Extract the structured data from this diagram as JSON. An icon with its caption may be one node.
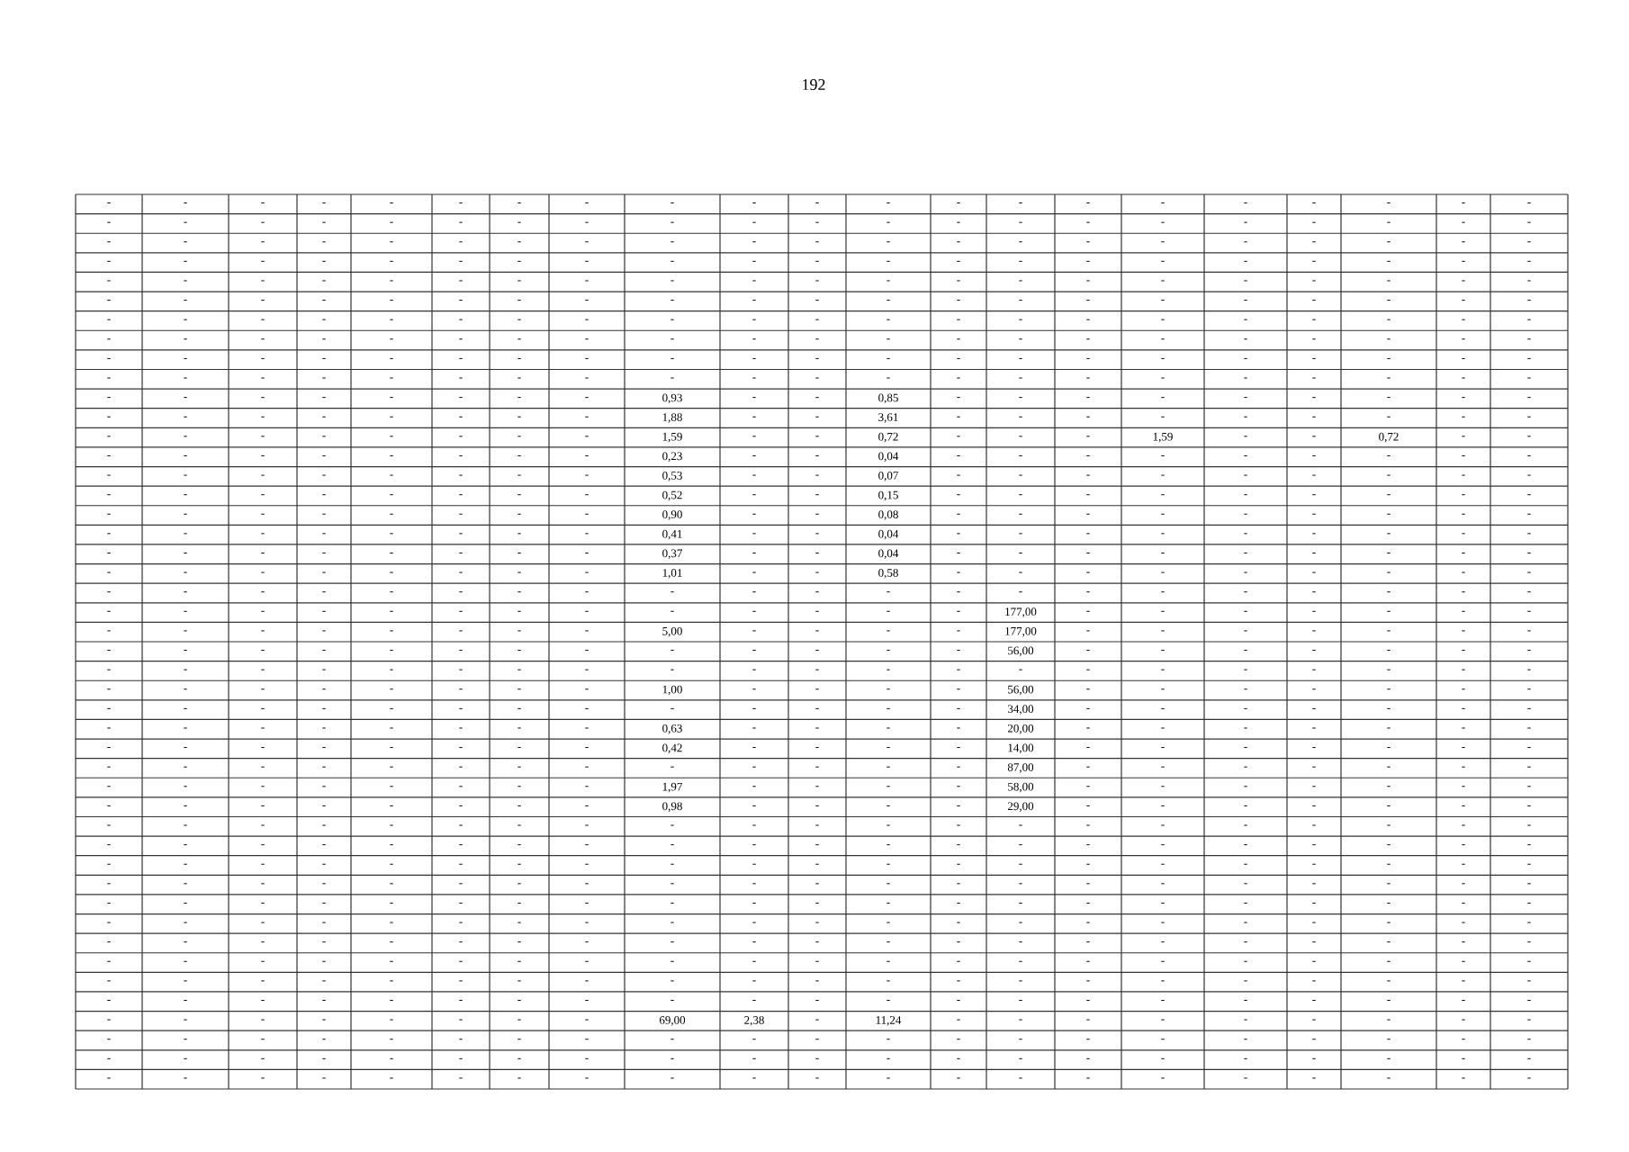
{
  "diagram": {
    "labels": [
      "192",
      "-",
      "-",
      "-",
      "-",
      "-",
      "-",
      "-",
      "-",
      "-",
      "-",
      "-",
      "-",
      "-",
      "-",
      "-",
      "-",
      "-",
      "-",
      "-",
      "-",
      "-",
      "-",
      "-",
      "-",
      "-",
      "-",
      "-",
      "-",
      "-",
      "-",
      "-",
      "-",
      "-",
      "-",
      "-",
      "-",
      "-",
      "-",
      "-",
      "-",
      "-",
      "-",
      "-",
      "-",
      "-",
      "-",
      "-",
      "-",
      "-",
      "-",
      "-",
      "-",
      "-",
      "-",
      "-",
      "-",
      "-",
      "-",
      "-",
      "-",
      "-",
      "-",
      "-",
      "-",
      "-",
      "-",
      "-",
      "-",
      "-",
      "-",
      "-",
      "-",
      "-",
      "-",
      "-",
      "-",
      "-",
      "-",
      "-",
      "-",
      "-",
      "-",
      "-",
      "-",
      "-",
      "-",
      "-",
      "-",
      "-",
      "-",
      "-",
      "-",
      "-",
      "-",
      "-",
      "-",
      "-",
      "-",
      "-",
      "-",
      "-",
      "-",
      "-",
      "-",
      "-",
      "-",
      "-",
      "-",
      "-",
      "-",
      "-",
      "-",
      "-",
      "-",
      "-",
      "-",
      "-",
      "-",
      "-",
      "-",
      "-",
      "-",
      "-",
      "-",
      "-",
      "-",
      "-",
      "-",
      "-",
      "-",
      "-",
      "-",
      "-",
      "-",
      "-",
      "-",
      "-",
      "-",
      "-",
      "-",
      "-",
      "-",
      "-",
      "-",
      "-",
      "-",
      "-",
      "-",
      "-",
      "-",
      "-",
      "-",
      "-",
      "-",
      "-",
      "-",
      "-",
      "-",
      "-",
      "-",
      "-",
      "-",
      "-",
      "-",
      "-",
      "-",
      "-",
      "-",
      "-",
      "-",
      "-",
      "-",
      "-",
      "-",
      "-",
      "-",
      "-",
      "-",
      "-",
      "-",
      "-",
      "-",
      "-",
      "-",
      "-",
      "-",
      "-",
      "-",
      "-",
      "-",
      "-",
      "-",
      "-",
      "-",
      "-",
      "-",
      "-",
      "-",
      "-",
      "-",
      "-",
      "-",
      "-",
      "-",
      "-",
      "-",
      "-",
      "-",
      "-",
      "-",
      "-",
      "-",
      "-",
      "-",
      "-",
      "-",
      "-",
      "-",
      "0,93",
      "-",
      "-",
      "0,85",
      "-",
      "-",
      "-",
      "-",
      "-",
      "-",
      "-",
      "-",
      "-",
      "-",
      "-",
      "-",
      "-",
      "-",
      "-",
      "-",
      "-",
      "1,88",
      "-",
      "-",
      "3,61",
      "-",
      "-",
      "-",
      "-",
      "-",
      "-",
      "-",
      "-",
      "-",
      "-",
      "-",
      "-",
      "-",
      "-",
      "-",
      "-",
      "-",
      "1,59",
      "-",
      "-",
      "0,72",
      "-",
      "-",
      "-",
      "1,59",
      "-",
      "-",
      "0,72",
      "-",
      "-",
      "-",
      "-",
      "-",
      "-",
      "-",
      "-",
      "-",
      "-",
      "0,23",
      "-",
      "-",
      "0,04",
      "-",
      "-",
      "-",
      "-",
      "-",
      "-",
      "-",
      "-",
      "-",
      "-",
      "-",
      "-",
      "-",
      "-",
      "-",
      "-",
      "-",
      "0,53",
      "-",
      "-",
      "0,07",
      "-",
      "-",
      "-",
      "-",
      "-",
      "-",
      "-",
      "-",
      "-",
      "-",
      "-",
      "-",
      "-",
      "-",
      "-",
      "-",
      "-",
      "0,52",
      "-",
      "-",
      "0,15",
      "-",
      "-",
      "-",
      "-",
      "-",
      "-",
      "-",
      "-",
      "-",
      "-",
      "-",
      "-",
      "-",
      "-",
      "-",
      "-",
      "-",
      "0,90",
      "-",
      "-",
      "0,08",
      "-",
      "-",
      "-",
      "-",
      "-",
      "-",
      "-",
      "-",
      "-",
      "-",
      "-",
      "-",
      "-",
      "-",
      "-",
      "-",
      "-",
      "0,41",
      "-",
      "-",
      "0,04",
      "-",
      "-",
      "-",
      "-",
      "-",
      "-",
      "-",
      "-",
      "-",
      "-",
      "-",
      "-",
      "-",
      "-",
      "-",
      "-",
      "-",
      "0,37",
      "-",
      "-",
      "0,04",
      "-",
      "-",
      "-",
      "-",
      "-",
      "-",
      "-",
      "-",
      "-",
      "-",
      "-",
      "-",
      "-",
      "-",
      "-",
      "-",
      "-",
      "1,01",
      "-",
      "-",
      "0,58",
      "-",
      "-",
      "-",
      "-",
      "-",
      "-",
      "-",
      "-",
      "-",
      "-",
      "-",
      "-",
      "-",
      "-",
      "-",
      "-",
      "-",
      "-",
      "-",
      "-",
      "-",
      "-",
      "-",
      "-",
      "-",
      "-",
      "-",
      "-",
      "-",
      "-",
      "-",
      "-",
      "-",
      "-",
      "-",
      "-",
      "-",
      "-",
      "-",
      "-",
      "-",
      "-",
      "-",
      "177,00",
      "-",
      "-",
      "-",
      "-",
      "-",
      "-",
      "-",
      "-",
      "-",
      "-",
      "-",
      "-",
      "-",
      "-",
      "-",
      "5,00",
      "-",
      "-",
      "-",
      "-",
      "177,00",
      "-",
      "-",
      "-",
      "-",
      "-",
      "-",
      "-",
      "-",
      "-",
      "-",
      "-",
      "-",
      "-",
      "-",
      "-",
      "-",
      "-",
      "-",
      "-",
      "-",
      "56,00",
      "-",
      "-",
      "-",
      "-",
      "-",
      "-",
      "-",
      "-",
      "-",
      "-",
      "-",
      "-",
      "-",
      "-",
      "-",
      "-",
      "-",
      "-",
      "-",
      "-",
      "-",
      "-",
      "-",
      "-",
      "-",
      "-",
      "-",
      "-",
      "-",
      "-",
      "-",
      "-",
      "-",
      "-",
      "-",
      "-",
      "1,00",
      "-",
      "-",
      "-",
      "-",
      "56,00",
      "-",
      "-",
      "-",
      "-",
      "-",
      "-",
      "-",
      "-",
      "-",
      "-",
      "-",
      "-",
      "-",
      "-",
      "-",
      "-",
      "-",
      "-",
      "-",
      "-",
      "34,00",
      "-",
      "-",
      "-",
      "-",
      "-",
      "-",
      "-",
      "-",
      "-",
      "-",
      "-",
      "-",
      "-",
      "-",
      "-",
      "0,63",
      "-",
      "-",
      "-",
      "-",
      "20,00",
      "-",
      "-",
      "-",
      "-",
      "-",
      "-",
      "-",
      "-",
      "-",
      "-",
      "-",
      "-",
      "-",
      "-",
      "-",
      "0,42",
      "-",
      "-",
      "-",
      "-",
      "14,00",
      "-",
      "-",
      "-",
      "-",
      "-",
      "-",
      "-",
      "-",
      "-",
      "-",
      "-",
      "-",
      "-",
      "-",
      "-",
      "-",
      "-",
      "-",
      "-",
      "-",
      "87,00",
      "-",
      "-",
      "-",
      "-",
      "-",
      "-",
      "-",
      "-",
      "-",
      "-",
      "-",
      "-",
      "-",
      "-",
      "-",
      "1,97",
      "-",
      "-",
      "-",
      "-",
      "58,00",
      "-",
      "-",
      "-",
      "-",
      "-",
      "-",
      "-",
      "-",
      "-",
      "-",
      "-",
      "-",
      "-",
      "-",
      "-",
      "0,98",
      "-",
      "-",
      "-",
      "-",
      "29,00",
      "-",
      "-",
      "-",
      "-",
      "-",
      "-",
      "-",
      "-",
      "-",
      "-",
      "-",
      "-",
      "-",
      "-",
      "-",
      "-",
      "-",
      "-",
      "-",
      "-",
      "-",
      "-",
      "-",
      "-",
      "-",
      "-",
      "-",
      "-",
      "-",
      "-",
      "-",
      "-",
      "-",
      "-",
      "-",
      "-",
      "-",
      "-",
      "-",
      "-",
      "-",
      "-",
      "-",
      "-",
      "-",
      "-",
      "-",
      "-",
      "-",
      "-",
      "-",
      "-",
      "-",
      "-",
      "-",
      "-",
      "-",
      "-",
      "-",
      "-",
      "-",
      "-",
      "-",
      "-",
      "-",
      "-",
      "-",
      "-",
      "-",
      "-",
      "-",
      "-",
      "-",
      "-",
      "-",
      "-",
      "-",
      "-",
      "-",
      "-",
      "-",
      "-",
      "-",
      "-",
      "-",
      "-",
      "-",
      "-",
      "-",
      "-",
      "-",
      "-",
      "-",
      "-",
      "-",
      "-",
      "-",
      "-",
      "-",
      "-",
      "-",
      "-",
      "-",
      "-",
      "-",
      "-",
      "-",
      "-",
      "-",
      "-",
      "-",
      "-",
      "-",
      "-",
      "-",
      "-",
      "-",
      "-",
      "-",
      "-",
      "-",
      "-",
      "-",
      "-",
      "-",
      "-",
      "-",
      "-",
      "-",
      "-",
      "-",
      "-",
      "-",
      "-",
      "-",
      "-",
      "-",
      "-",
      "-",
      "-",
      "-",
      "-",
      "-",
      "-",
      "-",
      "-",
      "-",
      "-",
      "-",
      "-",
      "-",
      "-",
      "-",
      "-",
      "-",
      "-",
      "-",
      "-",
      "-",
      "-",
      "-",
      "-",
      "-",
      "-",
      "-",
      "-",
      "-",
      "-",
      "-",
      "-",
      "-",
      "-",
      "-",
      "-",
      "-",
      "-",
      "-",
      "-",
      "-",
      "-",
      "-",
      "-",
      "-",
      "-",
      "-",
      "-",
      "-",
      "-",
      "-",
      "-",
      "-",
      "-",
      "-",
      "-",
      "-",
      "-",
      "-",
      "-",
      "-",
      "-",
      "-",
      "-",
      "-",
      "-",
      "-",
      "-",
      "-",
      "-",
      "-",
      "-",
      "-",
      "-",
      "-",
      "-",
      "-",
      "-",
      "-",
      "-",
      "-",
      "-",
      "-",
      "-",
      "-",
      "-",
      "-",
      "69,00",
      "2,38",
      "-",
      "11,24",
      "-",
      "-",
      "-",
      "-",
      "-",
      "-",
      "-",
      "-",
      "-",
      "-",
      "-",
      "-",
      "-",
      "-",
      "-",
      "-",
      "-",
      "-",
      "-",
      "-",
      "-",
      "-",
      "-",
      "-",
      "-",
      "-",
      "-",
      "-",
      "-",
      "-",
      "-",
      "-",
      "-",
      "-",
      "-",
      "-",
      "-",
      "-",
      "-",
      "-",
      "-",
      "-",
      "-",
      "-",
      "-",
      "-",
      "-",
      "-",
      "-",
      "-",
      "-",
      "-",
      "-",
      "-",
      "-",
      "-",
      "-",
      "-",
      "-",
      "-",
      "-",
      "-",
      "-",
      "-",
      "-",
      "-",
      "-",
      "-",
      "-",
      "-",
      "-",
      "-"
    ]
  }
}
